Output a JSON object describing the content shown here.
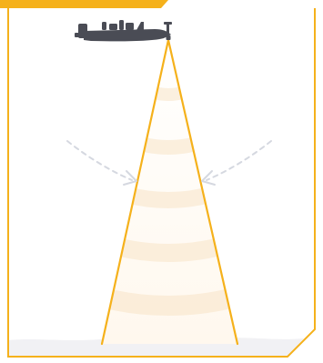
{
  "diagram": {
    "kind": "sonar-beam-illustration",
    "elements": [
      "frame",
      "boat",
      "transducer",
      "sonar-cone",
      "sweep-arrow-left",
      "sweep-arrow-right",
      "seabed"
    ],
    "beam_ring_count": 5
  },
  "icons": {
    "boat": "bass-boat-icon",
    "transducer": "transducer-icon"
  },
  "colors": {
    "frame": "#f5b11b",
    "cone_edge": "#f5b11b",
    "cone_inner_light": "#fffdf9",
    "cone_ring": "#f8e4c6",
    "boat": "#4a4c55",
    "sweep_arrows": "#d5d8e0",
    "seabed": "#f1f1f4",
    "background": "#ffffff"
  }
}
